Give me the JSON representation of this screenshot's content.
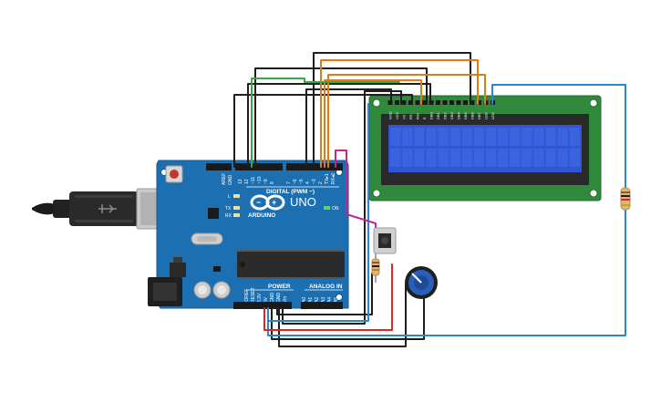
{
  "board": {
    "model": "UNO",
    "brand": "ARDUINO",
    "digital_header_label": "DIGITAL (PWM ~)",
    "power_label": "POWER",
    "analog_label": "ANALOG IN",
    "on_label": "ON",
    "led_labels": {
      "l": "L",
      "tx": "TX",
      "rx": "RX"
    },
    "top_left_pins": [
      "AREF",
      "GND"
    ],
    "digital_pins": [
      "13",
      "12",
      "~11",
      "~10",
      "~9",
      "8",
      "7",
      "~6",
      "~5",
      "4",
      "~3",
      "2",
      "TX▸1",
      "RX◂0"
    ],
    "power_pins": [
      "IOREF",
      "RESET",
      "3.3V",
      "5V",
      "GND",
      "GND",
      "Vin"
    ],
    "analog_pins": [
      "A0",
      "A1",
      "A2",
      "A3",
      "A4",
      "A5"
    ]
  },
  "lcd": {
    "pin_labels": [
      "GND",
      "VCC",
      "V0",
      "RS",
      "RW",
      "E",
      "DB0",
      "DB1",
      "DB2",
      "DB3",
      "DB4",
      "DB5",
      "DB6",
      "DB7",
      "LED",
      "LED"
    ]
  },
  "colors": {
    "board": "#1c6fb1",
    "board_border": "#15578c",
    "lcd_pcb": "#2f8a3b",
    "lcd_screen": "#3056d3",
    "wire_black": "#1e1e1e",
    "wire_orange": "#e07d10",
    "wire_green": "#3aa843",
    "wire_blue": "#2a88c8",
    "wire_red": "#d42a2a",
    "wire_magenta": "#c4268e"
  },
  "icons": [
    "usb-plug-icon",
    "arduino-infinity-logo-icon"
  ]
}
